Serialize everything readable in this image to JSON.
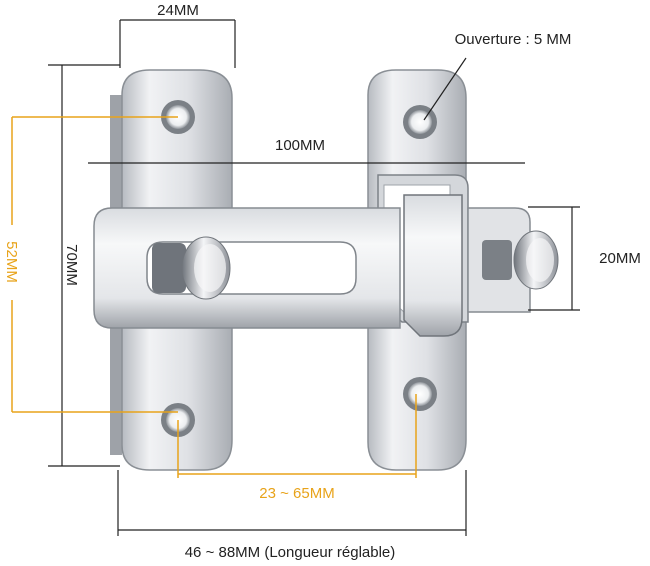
{
  "diagram": {
    "labels": {
      "width_top": "24MM",
      "hole_diameter": "Ouverture : 5 MM",
      "width_total": "100MM",
      "bolt_height": "20MM",
      "height_total": "70MM",
      "hole_spacing_vertical": "52MM",
      "hole_spacing_horizontal": "23 ~ 65MM",
      "adjustable_length": "46 ~ 88MM (Longueur réglable)"
    },
    "colors": {
      "dimension_line": "#222222",
      "highlight": "#e8a31a",
      "metal_light": "#f4f5f7",
      "metal_mid": "#c9ccd1",
      "metal_dark": "#6f747b"
    }
  }
}
